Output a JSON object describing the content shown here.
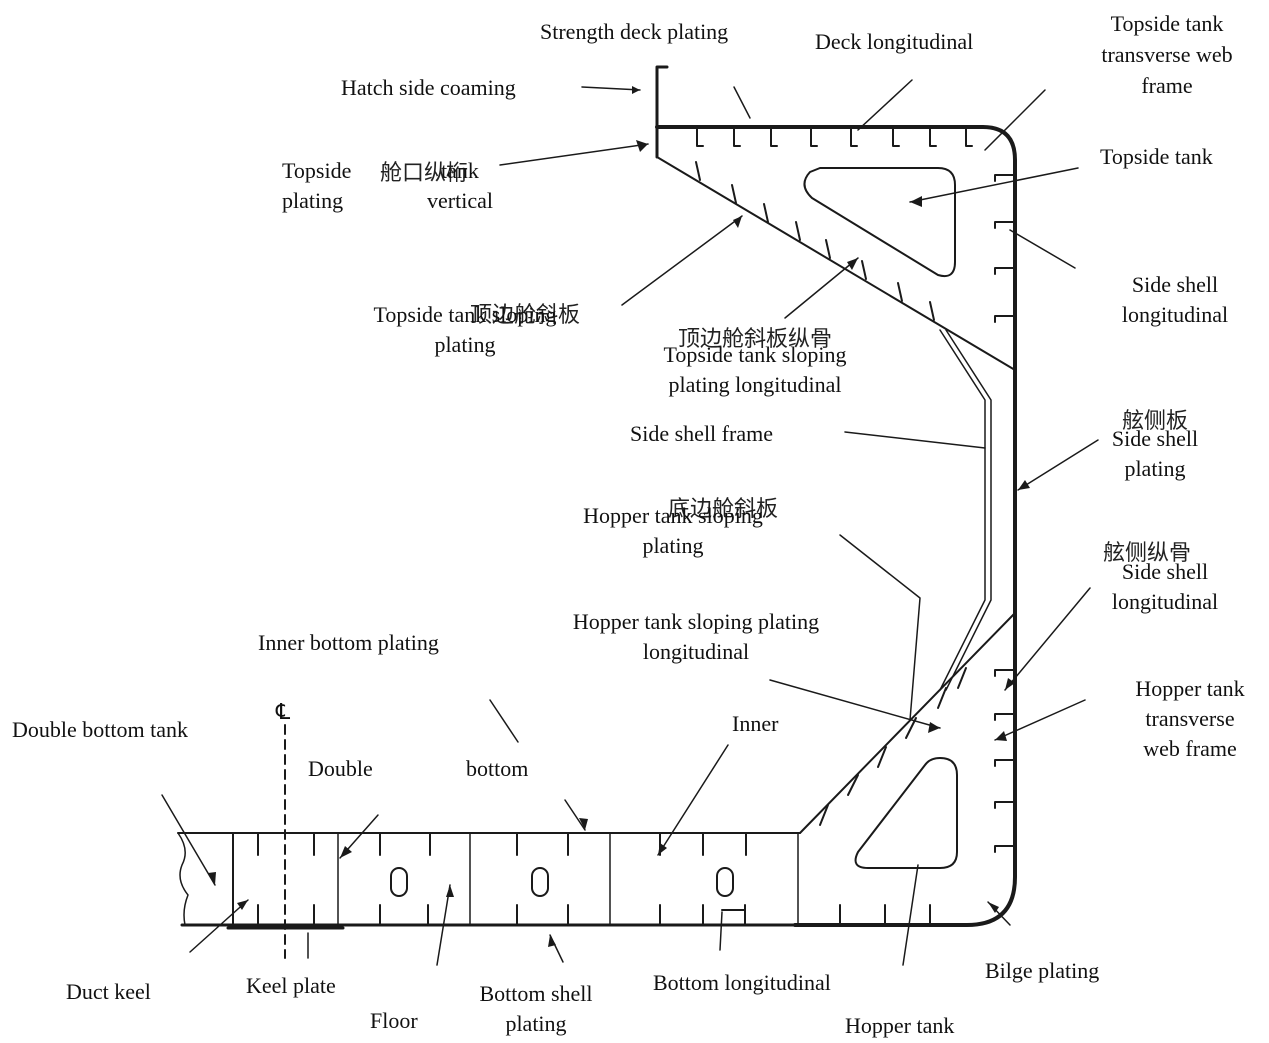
{
  "labels": {
    "strength_deck_plating": "Strength deck plating",
    "deck_longitudinal": "Deck longitudinal",
    "topside_tank_web_frame": [
      "Topside tank",
      "transverse web",
      "frame"
    ],
    "hatch_side_coaming": "Hatch side coaming",
    "topside_plating": [
      "Topside",
      "plating"
    ],
    "tank_vertical": [
      "tank",
      "vertical"
    ],
    "topside_tank": "Topside tank",
    "side_shell_longitudinal_upper": [
      "Side shell",
      "longitudinal"
    ],
    "topside_tank_sloping_plating": [
      "Topside tank sloping",
      "plating"
    ],
    "topside_tank_sloping_plating_longitudinal": [
      "Topside tank sloping",
      "plating longitudinal"
    ],
    "side_shell_frame": "Side shell frame",
    "side_shell_plating": [
      "Side shell",
      "plating"
    ],
    "hopper_tank_sloping_plating": [
      "Hopper tank sloping",
      "plating"
    ],
    "side_shell_longitudinal_lower": [
      "Side shell",
      "longitudinal"
    ],
    "hopper_tank_sloping_plating_longitudinal": [
      "Hopper tank sloping plating",
      "longitudinal"
    ],
    "inner_bottom_plating": "Inner bottom plating",
    "hopper_tank_web_frame": [
      "Hopper tank",
      "transverse",
      "web frame"
    ],
    "double_bottom_tank": "Double bottom tank",
    "double": "Double",
    "bottom": "bottom",
    "inner": "Inner",
    "centerline_symbol": "℄",
    "duct_keel": "Duct keel",
    "keel_plate": "Keel plate",
    "floor": "Floor",
    "bottom_shell_plating": [
      "Bottom shell",
      "plating"
    ],
    "bottom_longitudinal": "Bottom longitudinal",
    "bilge_plating": "Bilge plating",
    "hopper_tank": "Hopper tank"
  },
  "chinese_overlays": {
    "hatch_girder": "舱口纵桁",
    "topside_sloping_plate": "顶边舱斜板",
    "topside_sloping_longitudinal": "顶边舱斜板纵骨",
    "side_shell_plate": "舷侧板",
    "hopper_sloping_plate": "底边舱斜板",
    "side_longitudinal": "舷侧纵骨"
  },
  "colors": {
    "line": "#1a1a1a",
    "text": "#111111",
    "background": "#ffffff"
  }
}
